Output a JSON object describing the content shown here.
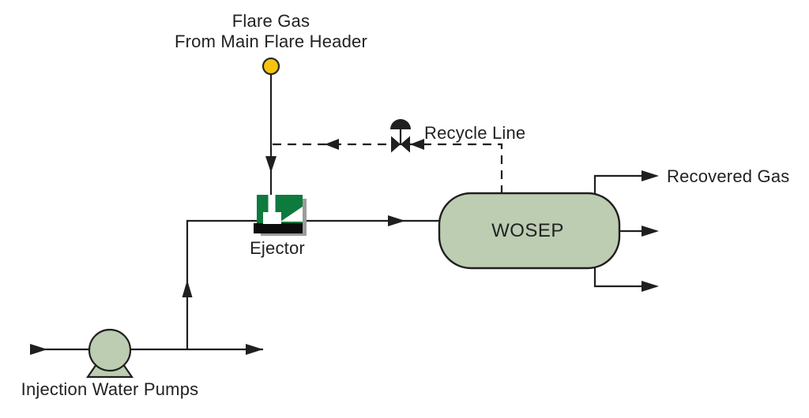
{
  "diagram": {
    "flare_source": {
      "line1": "Flare Gas",
      "line2": "From Main Flare Header"
    },
    "recycle_label": "Recycle Line",
    "ejector_label": "Ejector",
    "vessel_label": "WOSEP",
    "recovered_gas_label": "Recovered Gas",
    "pumps_label": "Injection Water Pumps",
    "colors": {
      "line": "#1f1f1f",
      "text": "#222222",
      "ejector_green": "#0f7a3e",
      "ejector_black": "#0c0c0c",
      "ejector_shadow": "#9c9c9c",
      "equipment_fill": "#bccdb2",
      "source_dot_fill": "#f6c40f",
      "background": "#ffffff"
    }
  }
}
